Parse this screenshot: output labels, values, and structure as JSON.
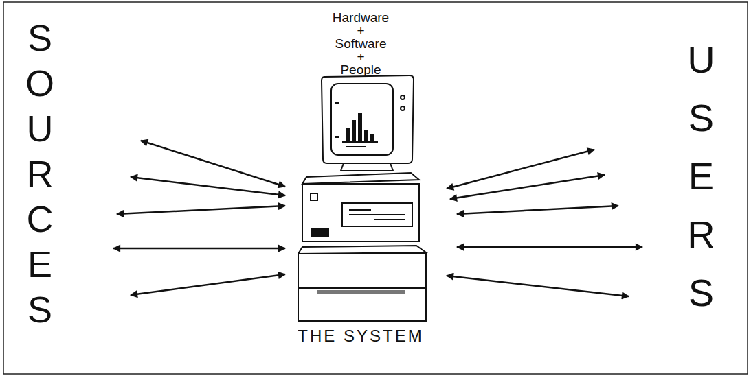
{
  "diagram": {
    "nodes": [
      {
        "text": [
          "SOURCES"
        ]
      },
      {
        "text": [
          "Hardware + Software + People",
          "THE SYSTEM"
        ]
      },
      {
        "text": [
          "USERS"
        ]
      }
    ],
    "edges": [
      {
        "from": 0,
        "to": 1,
        "arrow": "both"
      },
      {
        "from": 0,
        "to": 1,
        "arrow": "both"
      },
      {
        "from": 0,
        "to": 1,
        "arrow": "both"
      },
      {
        "from": 0,
        "to": 1,
        "arrow": "both"
      },
      {
        "from": 0,
        "to": 1,
        "arrow": "both"
      },
      {
        "from": 1,
        "to": 2,
        "arrow": "both"
      },
      {
        "from": 1,
        "to": 2,
        "arrow": "both"
      },
      {
        "from": 1,
        "to": 2,
        "arrow": "both"
      },
      {
        "from": 1,
        "to": 2,
        "arrow": "both"
      },
      {
        "from": 1,
        "to": 2,
        "arrow": "both"
      }
    ]
  }
}
